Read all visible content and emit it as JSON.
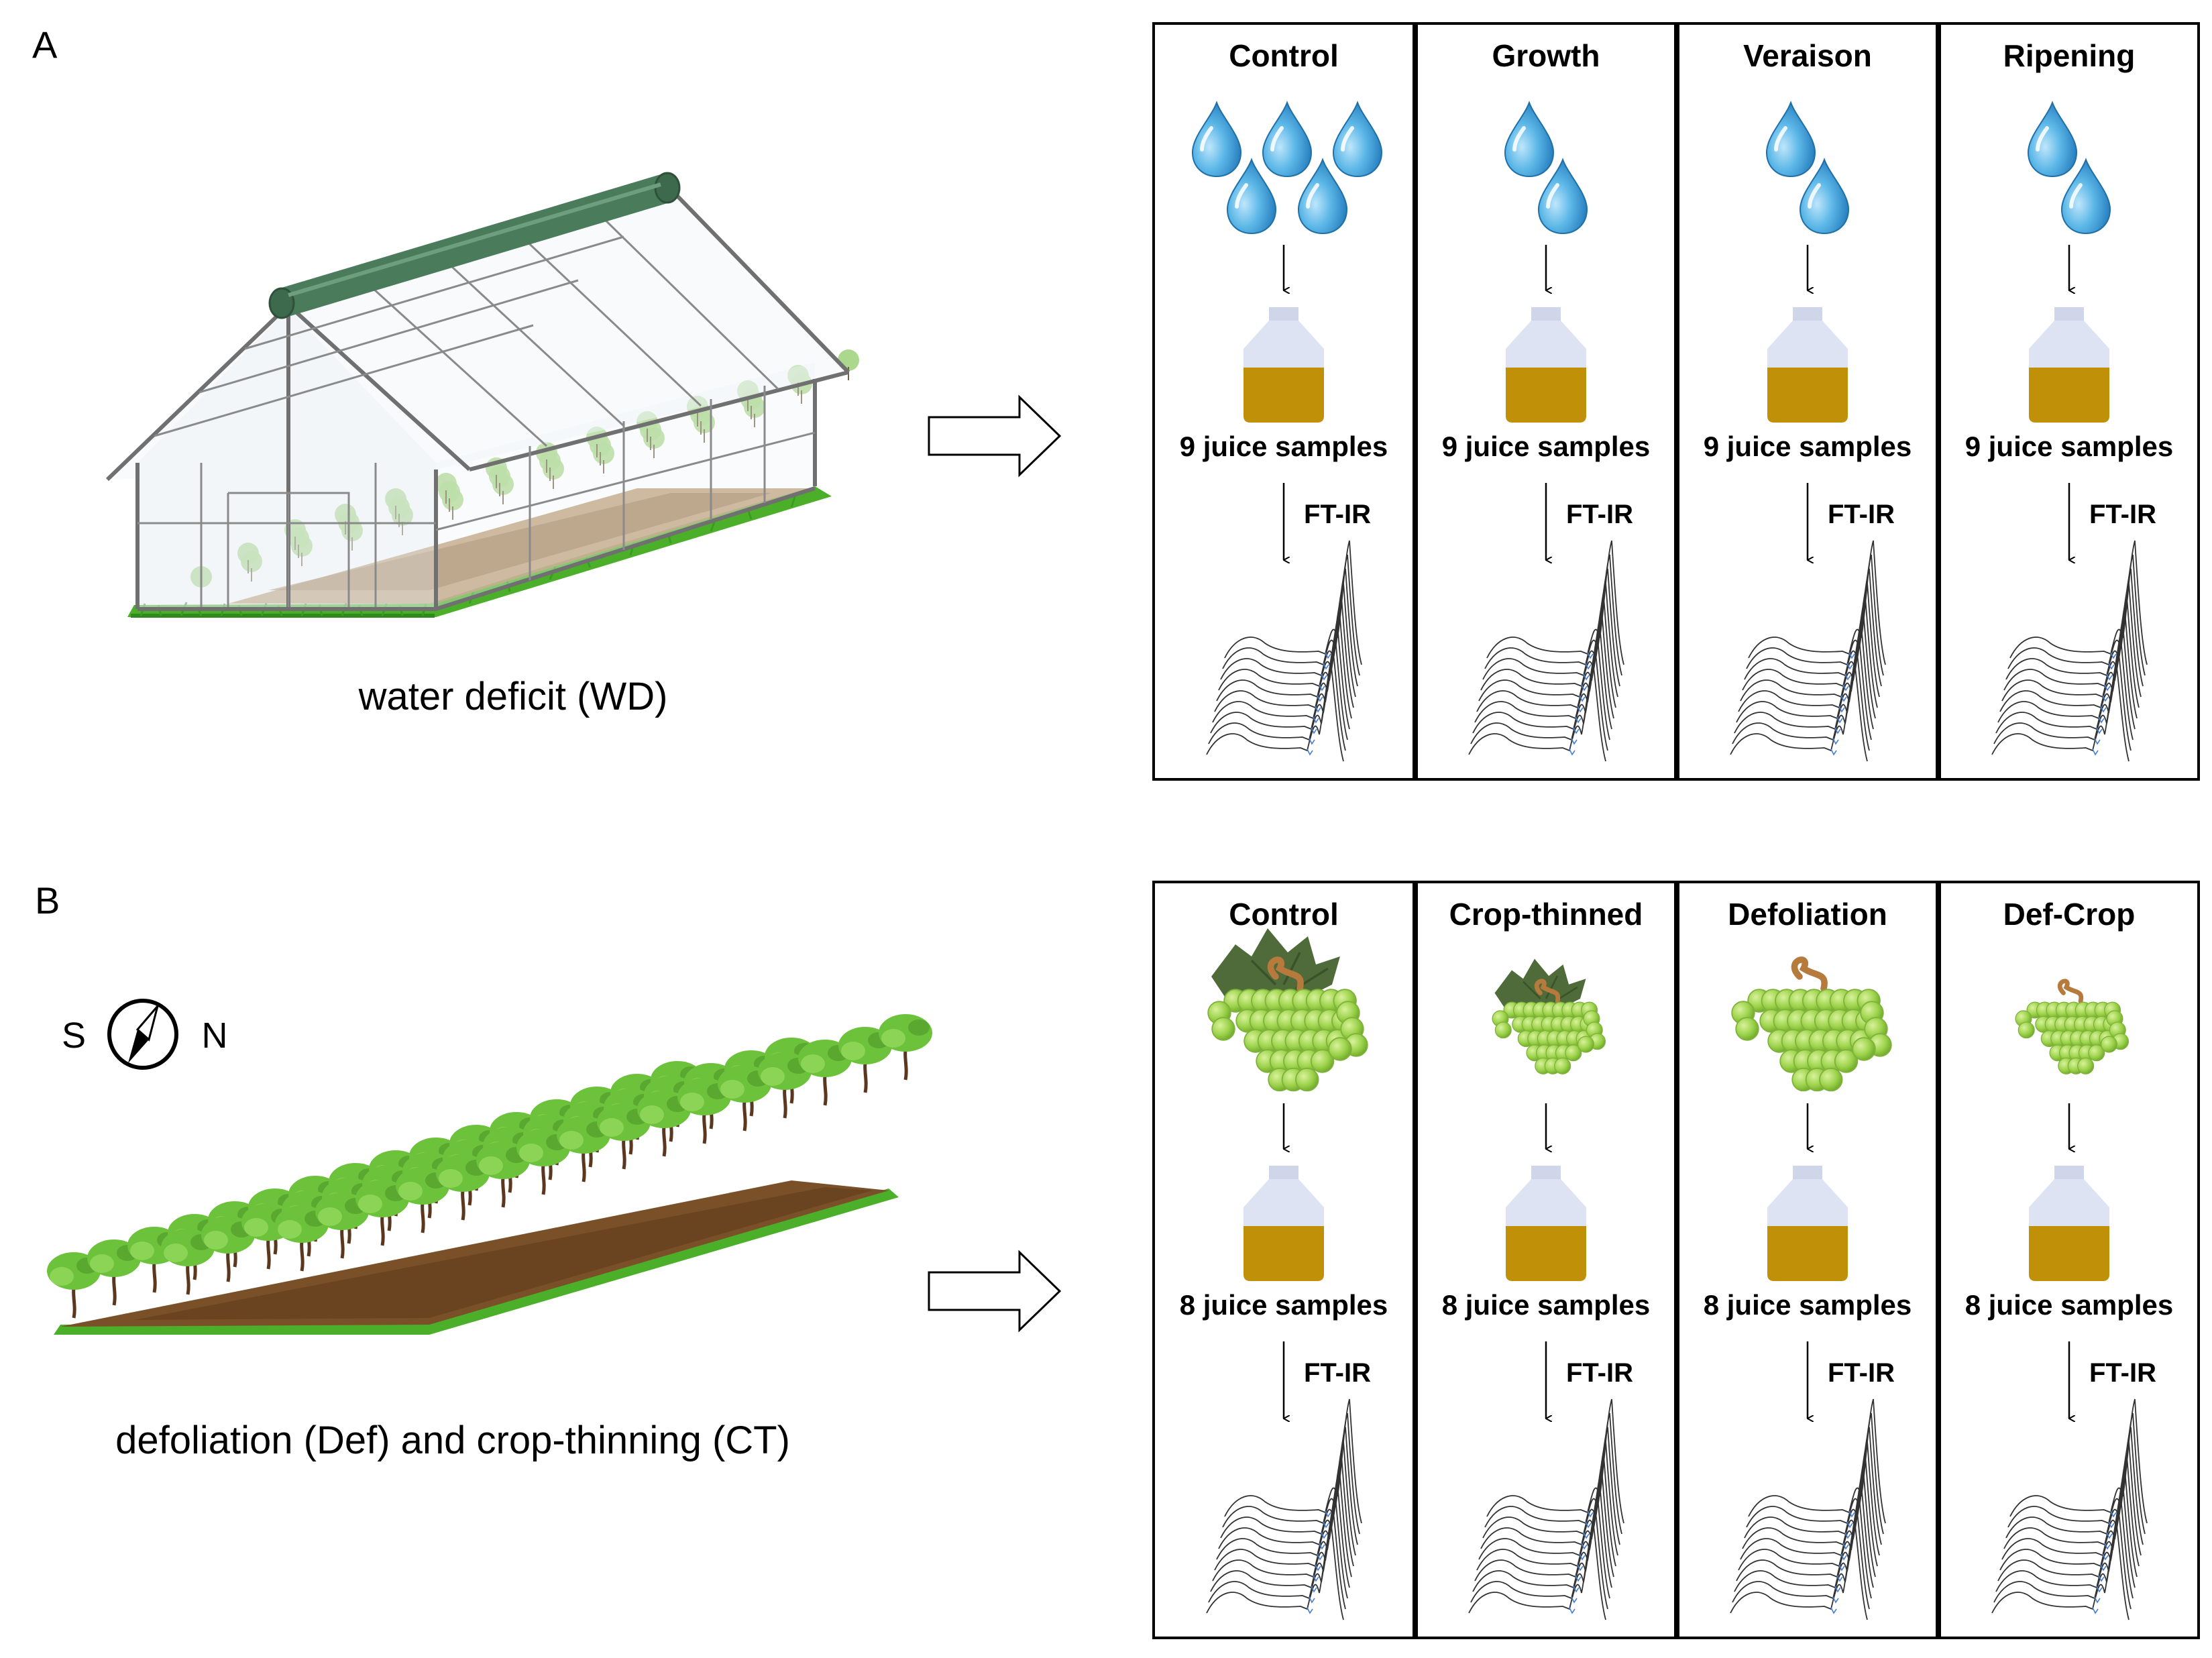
{
  "panelA": {
    "letter": "A",
    "caption": "water deficit (WD)",
    "columns": [
      {
        "title": "Control",
        "samples": "9 juice samples",
        "method": "FT-IR",
        "drops": 5
      },
      {
        "title": "Growth",
        "samples": "9 juice samples",
        "method": "FT-IR",
        "drops": 2
      },
      {
        "title": "Veraison",
        "samples": "9 juice samples",
        "method": "FT-IR",
        "drops": 2
      },
      {
        "title": "Ripening",
        "samples": "9 juice samples",
        "method": "FT-IR",
        "drops": 2
      }
    ]
  },
  "panelB": {
    "letter": "B",
    "caption": "defoliation (Def) and crop-thinning (CT)",
    "compass": {
      "left": "S",
      "right": "N"
    },
    "columns": [
      {
        "title": "Control",
        "samples": "8 juice samples",
        "method": "FT-IR",
        "grape": "leaves-large"
      },
      {
        "title": "Crop-thinned",
        "samples": "8 juice samples",
        "method": "FT-IR",
        "grape": "leaves-small"
      },
      {
        "title": "Defoliation",
        "samples": "8 juice samples",
        "method": "FT-IR",
        "grape": "bare-large"
      },
      {
        "title": "Def-Crop",
        "samples": "8 juice samples",
        "method": "FT-IR",
        "grape": "bare-small"
      }
    ]
  },
  "colors": {
    "water_drop": "#3a9fd6",
    "juice": "#c09008",
    "bottle": "#dde3f2",
    "grape": "#9bd24a",
    "leaf": "#4f6b3a",
    "stem": "#b57a3c",
    "greenhouse_roof_roll": "#4a7c5b",
    "soil": "#7a5028",
    "grass": "#4caf2a",
    "vine_foliage": "#6cc23a"
  }
}
